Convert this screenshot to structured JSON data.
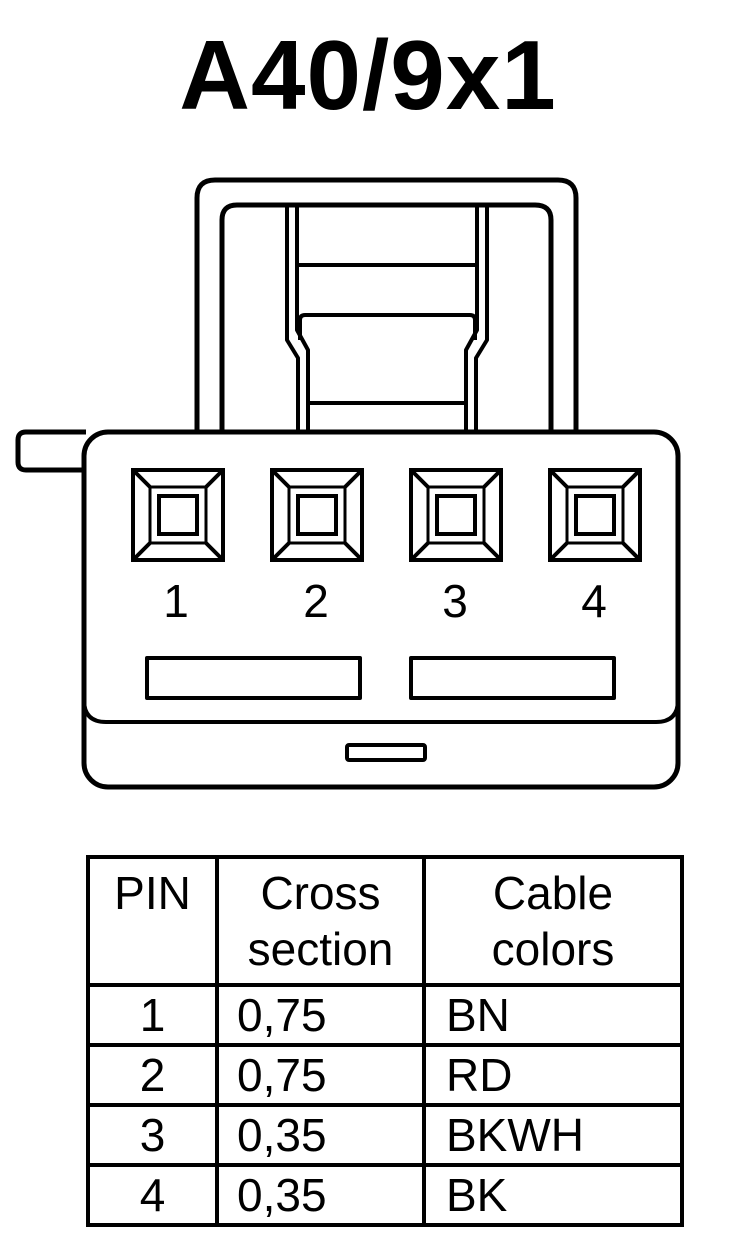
{
  "title": "A40/9x1",
  "connector": {
    "pin_numbers": [
      "1",
      "2",
      "3",
      "4"
    ]
  },
  "table": {
    "headers": {
      "pin": "PIN",
      "cross_section": [
        "Cross",
        "section"
      ],
      "cable_colors": [
        "Cable",
        "colors"
      ]
    },
    "rows": [
      {
        "pin": "1",
        "cross_section": "0,75",
        "color": "BN"
      },
      {
        "pin": "2",
        "cross_section": "0,75",
        "color": "RD"
      },
      {
        "pin": "3",
        "cross_section": "0,35",
        "color": "BKWH"
      },
      {
        "pin": "4",
        "cross_section": "0,35",
        "color": "BK"
      }
    ]
  }
}
